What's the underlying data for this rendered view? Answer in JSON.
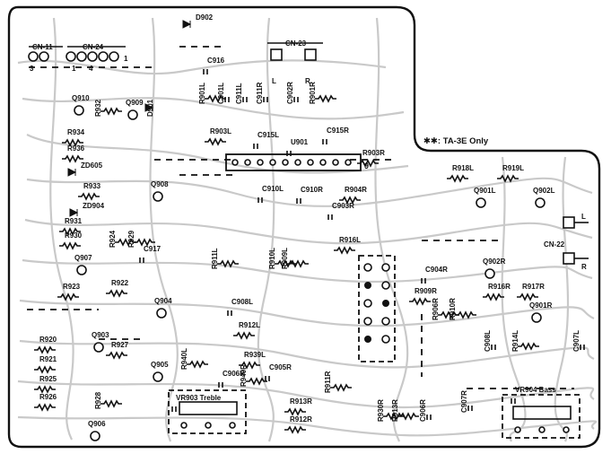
{
  "board": {
    "note": "✱✱: TA-3E Only",
    "connectors": [
      {
        "id": "cn11",
        "label": "CN-11",
        "pins": [
          "3"
        ]
      },
      {
        "id": "cn24",
        "label": "CN-24",
        "pins": [
          "1",
          "4",
          "1"
        ]
      },
      {
        "id": "cn23",
        "label": "CN-23",
        "pins": [
          "L",
          "R"
        ]
      },
      {
        "id": "cn22",
        "label": "CN-22",
        "pins": [
          "L",
          "R"
        ]
      }
    ],
    "labels": [
      "D902",
      "C916",
      "Q910",
      "R932",
      "Q909",
      "D901",
      "R901L",
      "C901L",
      "C911L",
      "C911R",
      "C902R",
      "R901R",
      "R934",
      "R936",
      "R903L",
      "C915L",
      "C915R",
      "U901",
      "R903R",
      "ZD605",
      "R933",
      "Q908",
      "R918L",
      "R919L",
      "ZD904",
      "C910L",
      "C910R",
      "R904R",
      "C903R",
      "R916L",
      "Q901L",
      "Q902L",
      "R931",
      "R930",
      "C917",
      "Q907",
      "R924",
      "R929",
      "R923",
      "R922",
      "Q904",
      "Q903",
      "R920",
      "R921",
      "R927",
      "Q905",
      "R925",
      "R926",
      "R928",
      "Q906",
      "C908L",
      "R912L",
      "R939L",
      "C906R",
      "C905R",
      "R913R",
      "R912R",
      "R911R",
      "R930R",
      "R913R",
      "C906R",
      "C907R",
      "C904R",
      "Q902R",
      "R916R",
      "R917R",
      "R909R",
      "Q901R",
      "R906R",
      "R910R",
      "C907L",
      "R914L",
      "C908L",
      "VR903 Treble",
      "VR904 Bass",
      "R940L",
      "R940R",
      "R910L",
      "R909L",
      "R911L"
    ]
  }
}
